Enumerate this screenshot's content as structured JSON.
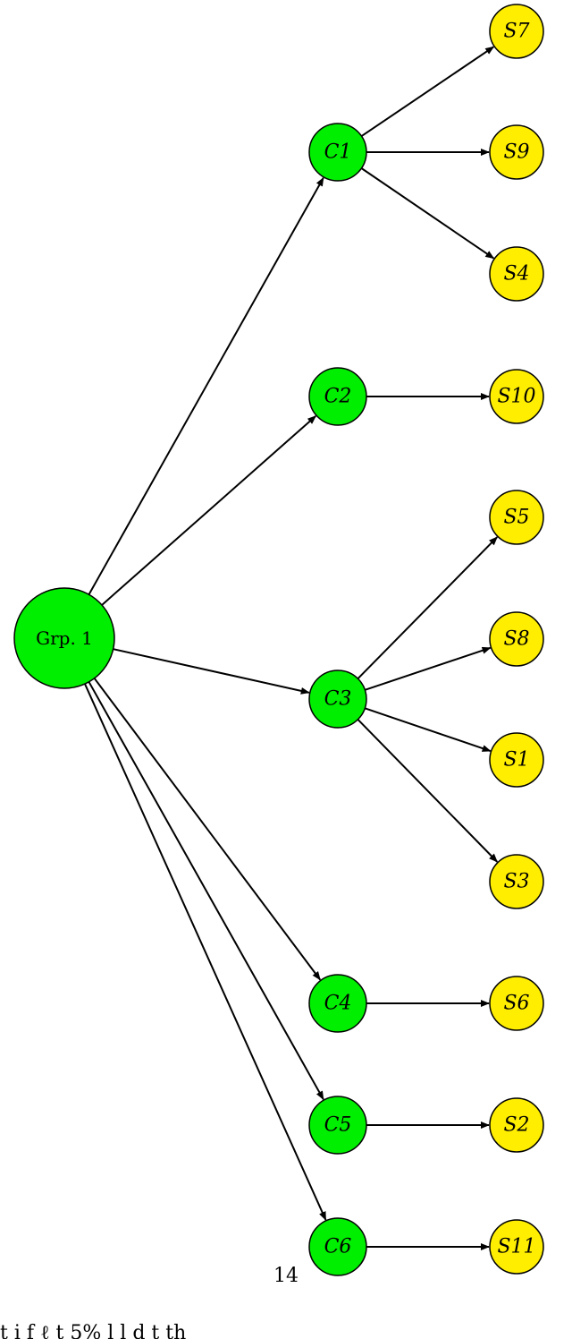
{
  "diagram": {
    "colors": {
      "root_fill": "#00ee00",
      "child_fill": "#00ee00",
      "leaf_fill": "#ffee00",
      "stroke": "#000000",
      "edge": "#000000"
    },
    "root": {
      "id": "root",
      "label": "Grp. 1"
    },
    "children": [
      {
        "id": "C1",
        "label": "C1",
        "leaves": [
          {
            "id": "S7",
            "label": "S7"
          },
          {
            "id": "S9",
            "label": "S9"
          },
          {
            "id": "S4",
            "label": "S4"
          }
        ]
      },
      {
        "id": "C2",
        "label": "C2",
        "leaves": [
          {
            "id": "S10",
            "label": "S10"
          }
        ]
      },
      {
        "id": "C3",
        "label": "C3",
        "leaves": [
          {
            "id": "S5",
            "label": "S5"
          },
          {
            "id": "S8",
            "label": "S8"
          },
          {
            "id": "S1",
            "label": "S1"
          },
          {
            "id": "S3",
            "label": "S3"
          }
        ]
      },
      {
        "id": "C4",
        "label": "C4",
        "leaves": [
          {
            "id": "S6",
            "label": "S6"
          }
        ]
      },
      {
        "id": "C5",
        "label": "C5",
        "leaves": [
          {
            "id": "S2",
            "label": "S2"
          }
        ]
      },
      {
        "id": "C6",
        "label": "C6",
        "leaves": [
          {
            "id": "S11",
            "label": "S11"
          }
        ]
      }
    ]
  },
  "page": {
    "page_number": "14",
    "bottom_text_fragment": "t i   f           ℓ  t 5%   l   l             d   t  th"
  }
}
